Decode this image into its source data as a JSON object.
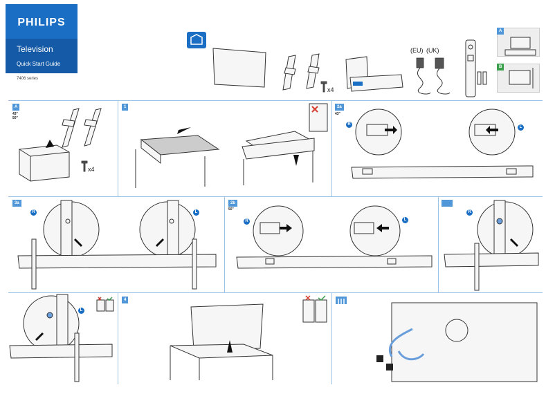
{
  "header": {
    "brand": "PHILIPS",
    "product": "Television",
    "guide": "Quick Start Guide",
    "series": "7406 series"
  },
  "contents": {
    "screw_count": "x4",
    "plug_eu": "(EU)",
    "plug_uk": "(UK)"
  },
  "options": {
    "a": "A",
    "b": "B"
  },
  "panels": {
    "a": {
      "label": "A",
      "sizes": "43\"\n50\"",
      "screws": "x4"
    },
    "p1": {
      "label": "1"
    },
    "p2a": {
      "label": "2a",
      "sizes": "43\"",
      "right": "R",
      "left": "L"
    },
    "p3a": {
      "label": "3a",
      "right": "R",
      "left": "L"
    },
    "p2b": {
      "label": "2b",
      "sizes": "50\"",
      "right": "R",
      "left": "L"
    },
    "p3b": {
      "label": "",
      "right": "R"
    },
    "p3b_cont": {
      "left": "L"
    },
    "p4": {
      "label": "4"
    },
    "p5": {
      "label": ""
    }
  },
  "colors": {
    "brand_blue": "#1a6fc4",
    "rule_blue": "#9cc3e5",
    "badge_blue": "#4f97d8"
  }
}
